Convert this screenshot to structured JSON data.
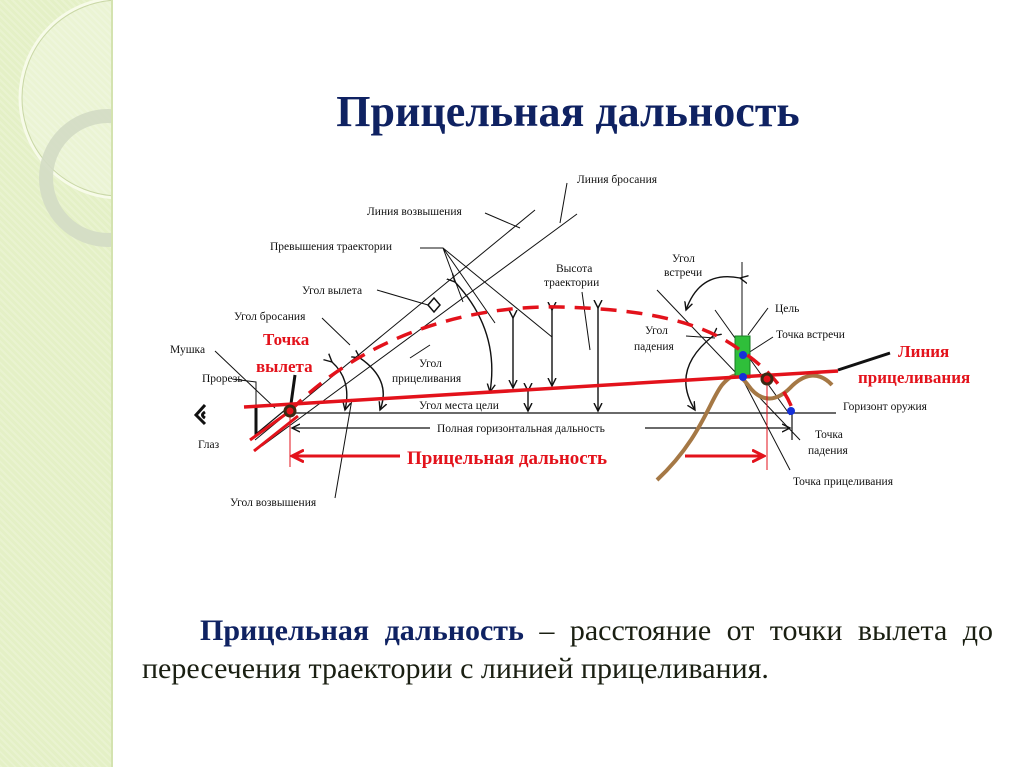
{
  "slide": {
    "title": "Прицельная дальность",
    "definition": {
      "term": "Прицельная дальность",
      "text": " – расстояние от точки вылета до пересечения траектории с линией прицеливания."
    }
  },
  "diagram": {
    "labels": {
      "line_of_departure": "Линия бросания",
      "line_of_elevation": "Линия возвышения",
      "trajectory_excess": "Превышения траектории",
      "angle_of_departure": "Угол вылета",
      "angle_of_throw": "Угол бросания",
      "front_sight": "Мушка",
      "rear_sight": "Прорезь",
      "eye": "Глаз",
      "angle_of_elevation": "Угол возвышения",
      "trajectory_height_1": "Высота",
      "trajectory_height_2": "траектории",
      "aiming_angle_1": "Угол",
      "aiming_angle_2": "прицеливания",
      "target_angle": "Угол места цели",
      "full_horizontal_range": "Полная горизонтальная дальность",
      "meeting_angle_1": "Угол",
      "meeting_angle_2": "встречи",
      "target": "Цель",
      "meeting_point": "Точка встречи",
      "fall_angle_1": "Угол",
      "fall_angle_2": "падения",
      "weapon_horizon": "Горизонт оружия",
      "impact_point_1": "Точка",
      "impact_point_2": "падения",
      "aiming_point": "Точка прицеливания"
    },
    "red_labels": {
      "exit_point_1": "Точка",
      "exit_point_2": "вылета",
      "aim_line_1": "Линия",
      "aim_line_2": "прицеливания",
      "aiming_range": "Прицельная дальность"
    },
    "colors": {
      "accent_red": "#e3121b",
      "terrain": "#a57845",
      "target": "#2fbf3a",
      "point_blue": "#1530d8",
      "title_navy": "#0f2262"
    }
  }
}
